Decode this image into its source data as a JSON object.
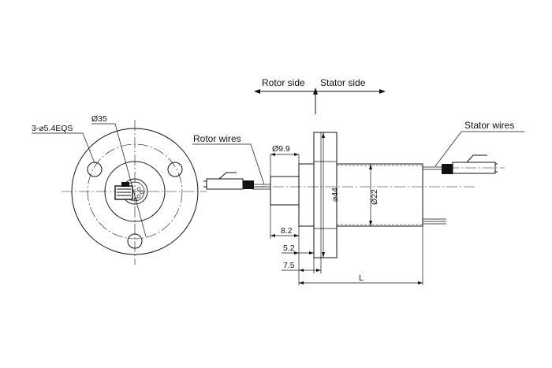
{
  "direction": {
    "rotor_side": "Rotor side",
    "stator_side": "Stator side"
  },
  "labels": {
    "rotor_wires": "Rotor wires",
    "stator_wires": "Stator wires"
  },
  "dimensions": {
    "flange_holes": "3-⌀5.4EQS",
    "pcd": "Ø35",
    "rotor_diameter": "Ø9.9",
    "flange_diameter": "⌀44",
    "body_diameter": "Ø22",
    "d_8_2": "8.2",
    "d_5_2": "5.2",
    "d_7_5": "7.5",
    "length": "L"
  }
}
